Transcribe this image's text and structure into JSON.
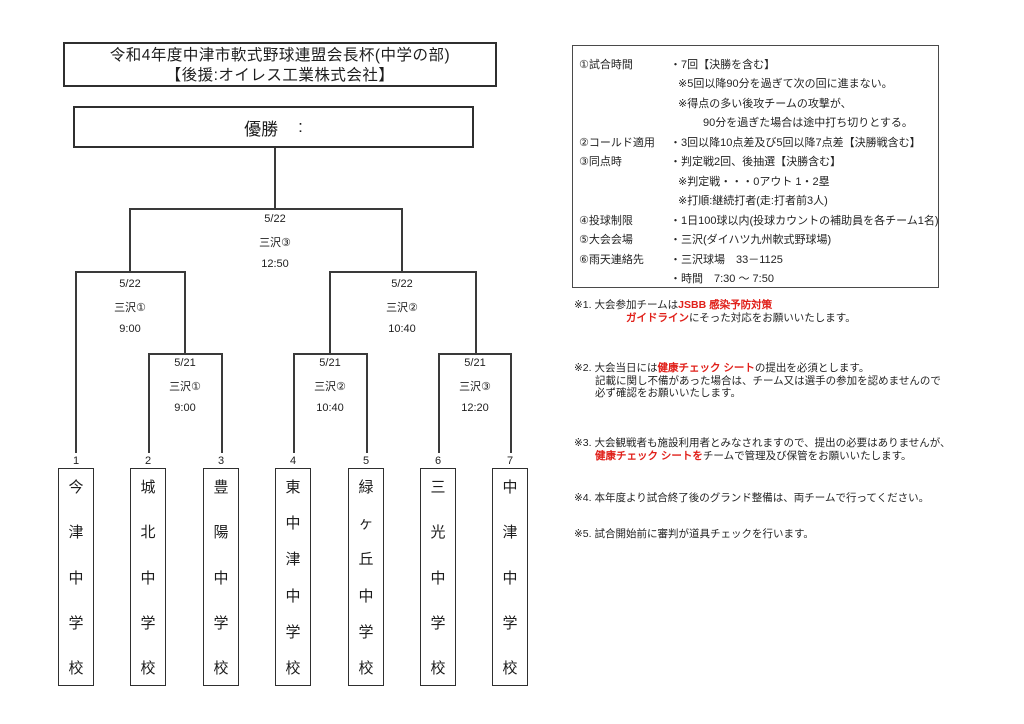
{
  "title": {
    "line1": "令和4年度中津市軟式野球連盟会長杯(中学の部)",
    "line2": "【後援:オイレス工業株式会社】"
  },
  "champion": {
    "label": "優勝",
    "colon": ":"
  },
  "bracket": {
    "final": {
      "date": "5/22",
      "venue": "三沢③",
      "time": "12:50"
    },
    "semifinals": [
      {
        "date": "5/22",
        "venue": "三沢①",
        "time": "9:00"
      },
      {
        "date": "5/22",
        "venue": "三沢②",
        "time": "10:40"
      }
    ],
    "first_round": [
      {
        "date": "5/21",
        "venue": "三沢①",
        "time": "9:00"
      },
      {
        "date": "5/21",
        "venue": "三沢②",
        "time": "10:40"
      },
      {
        "date": "5/21",
        "venue": "三沢③",
        "time": "12:20"
      }
    ],
    "teams": [
      {
        "seed": "1",
        "name": "今津中学校"
      },
      {
        "seed": "2",
        "name": "城北中学校"
      },
      {
        "seed": "3",
        "name": "豊陽中学校"
      },
      {
        "seed": "4",
        "name": "東中津中学校"
      },
      {
        "seed": "5",
        "name": "緑ヶ丘中学校"
      },
      {
        "seed": "6",
        "name": "三光中学校"
      },
      {
        "seed": "7",
        "name": "中津中学校"
      }
    ]
  },
  "rules": {
    "rows": [
      {
        "label": "①試合時間",
        "lines": [
          "・7回【決勝を含む】",
          "※5回以降90分を過ぎて次の回に進まない。",
          "※得点の多い後攻チームの攻撃が、",
          "90分を過ぎた場合は途中打ち切りとする。"
        ]
      },
      {
        "label": "②コールド適用",
        "lines": [
          "・3回以降10点差及び5回以降7点差【決勝戦含む】"
        ]
      },
      {
        "label": "③同点時",
        "lines": [
          "・判定戦2回、後抽選【決勝含む】",
          "※判定戦・・・0アウト 1・2塁",
          "※打順:継続打者(走:打者前3人)"
        ]
      },
      {
        "label": "④投球制限",
        "lines": [
          "・1日100球以内(投球カウントの補助員を各チーム1名)"
        ]
      },
      {
        "label": "⑤大会会場",
        "lines": [
          "・三沢(ダイハツ九州軟式野球場)"
        ]
      },
      {
        "label": "⑥雨天連絡先",
        "lines": [
          "・三沢球場　33－1125",
          "・時間　7:30 ～ 7:50"
        ]
      }
    ]
  },
  "notes": [
    {
      "id": "※1.",
      "l1a": "大会参加チームは",
      "l1b": "JSBB 感染予防対策",
      "l2a": "ガイドライン",
      "l2b": "にそった対応をお願いいたします。"
    },
    {
      "id": "※2.",
      "l1a": "大会当日には",
      "l1b": "健康チェック シート",
      "l1c": "の提出を必須とします。",
      "l2": "記載に関し不備があった場合は、チーム又は選手の参加を認めませんので",
      "l3": "必ず確認をお願いいたします。"
    },
    {
      "id": "※3.",
      "l1": "大会観戦者も施設利用者とみなされますので、提出の必要はありませんが、",
      "l2a": "健康チェック シートを",
      "l2b": "チームで管理及び保管をお願いいたします。"
    },
    {
      "id": "※4.",
      "l1": "本年度より試合終了後のグランド整備は、両チームで行ってください。"
    },
    {
      "id": "※5.",
      "l1": "試合開始前に審判が道具チェックを行います。"
    }
  ]
}
